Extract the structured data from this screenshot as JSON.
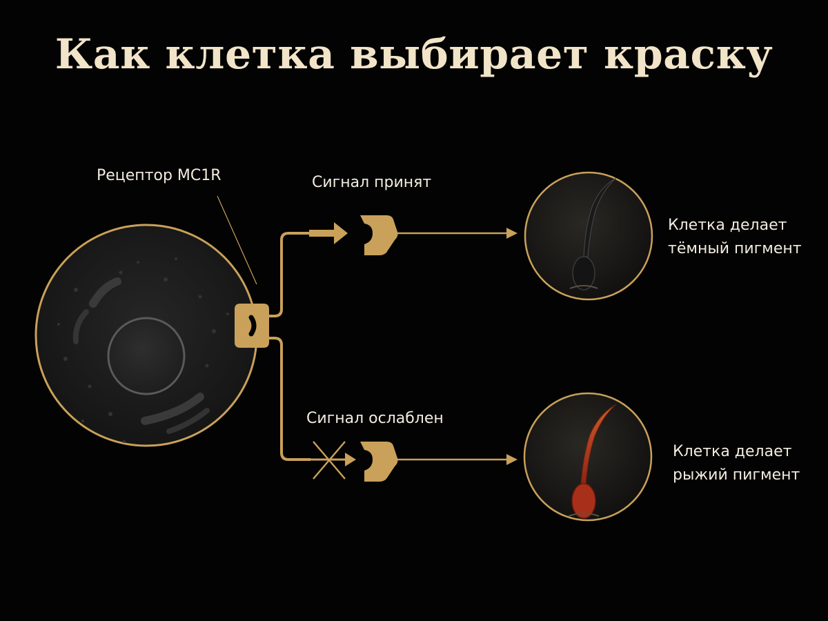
{
  "title": "Как клетка выбирает краску",
  "labels": {
    "receptor": "Рецептор MC1R",
    "signal_received": "Сигнал принят",
    "signal_weakened": "Сигнал ослаблен",
    "dark_outcome": "Клетка делает тёмный пигмент",
    "red_outcome": "Клетка делает рыжий пигмент"
  },
  "colors": {
    "background": "#030303",
    "title": "#f1e4c8",
    "gold": "#c9a15a",
    "cell_fill": "#1c1c1c",
    "text": "#f2ece0",
    "dark_pigment": "#1f1f1f",
    "red_pigment": "#a8301a"
  },
  "icons": {
    "cell": "cell-icon",
    "receptor": "receptor-icon",
    "dark_hair": "dark-hair-follicle-icon",
    "red_hair": "red-hair-follicle-icon",
    "blocked": "cross-icon"
  }
}
